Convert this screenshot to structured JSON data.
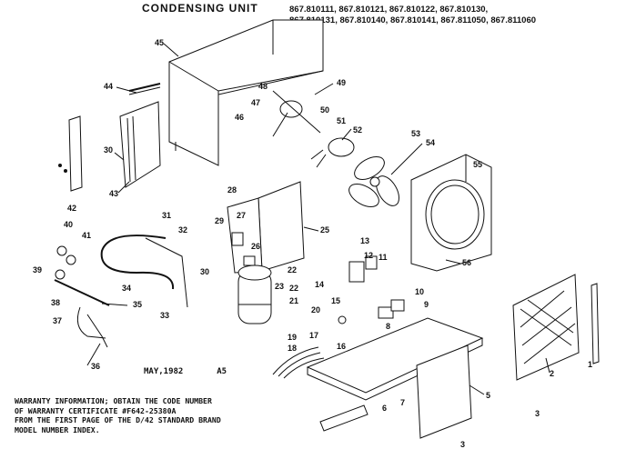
{
  "header": {
    "title": "CONDENSING UNIT",
    "model_lines": [
      "867.810111,   867.810121,   867.810122,   867.810130,",
      "867.810131, 867.810140, 867.810141, 867.811050, 867.811060"
    ]
  },
  "footer": {
    "date": "MAY,1982",
    "code": "A5",
    "warranty_lines": [
      "WARRANTY INFORMATION; OBTAIN THE CODE NUMBER",
      "OF WARRANTY CERTIFICATE #F642-25380A",
      "FROM THE FIRST PAGE OF THE D/42 STANDARD BRAND",
      "MODEL NUMBER INDEX."
    ]
  },
  "parts": {
    "p1": "1",
    "p2": "2",
    "p3a": "3",
    "p3b": "3",
    "p5": "5",
    "p6": "6",
    "p7": "7",
    "p8": "8",
    "p9": "9",
    "p10": "10",
    "p11": "11",
    "p12": "12",
    "p13": "13",
    "p14": "14",
    "p15": "15",
    "p16": "16",
    "p17": "17",
    "p18": "18",
    "p19": "19",
    "p20": "20",
    "p21": "21",
    "p22a": "22",
    "p22b": "22",
    "p23": "23",
    "p25": "25",
    "p26": "26",
    "p27": "27",
    "p28": "28",
    "p29": "29",
    "p30a": "30",
    "p30b": "30",
    "p31": "31",
    "p32": "32",
    "p33": "33",
    "p34": "34",
    "p35": "35",
    "p36": "36",
    "p37": "37",
    "p38": "38",
    "p39": "39",
    "p40": "40",
    "p41": "41",
    "p42": "42",
    "p43": "43",
    "p44": "44",
    "p45": "45",
    "p46": "46",
    "p47": "47",
    "p48": "48",
    "p49": "49",
    "p50": "50",
    "p51": "51",
    "p52": "52",
    "p53": "53",
    "p54": "54",
    "p55": "55",
    "p56": "56"
  }
}
